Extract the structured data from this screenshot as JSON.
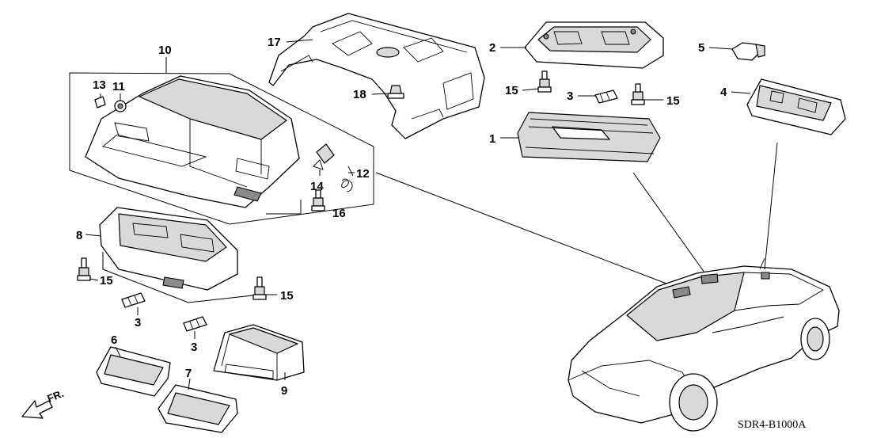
{
  "callouts": {
    "c1": "1",
    "c2": "2",
    "c3a": "3",
    "c3b": "3",
    "c3c": "3",
    "c4": "4",
    "c5": "5",
    "c6": "6",
    "c7": "7",
    "c8": "8",
    "c9": "9",
    "c10": "10",
    "c11": "11",
    "c12": "12",
    "c13": "13",
    "c14": "14",
    "c15a": "15",
    "c15b": "15",
    "c15c": "15",
    "c15d": "15",
    "c16": "16",
    "c17": "17",
    "c18": "18"
  },
  "direction_label": "FR.",
  "diagram_code": "SDR4-B1000A",
  "icons": {
    "direction": "front-arrow-icon",
    "vehicle": "sedan-car-icon"
  }
}
